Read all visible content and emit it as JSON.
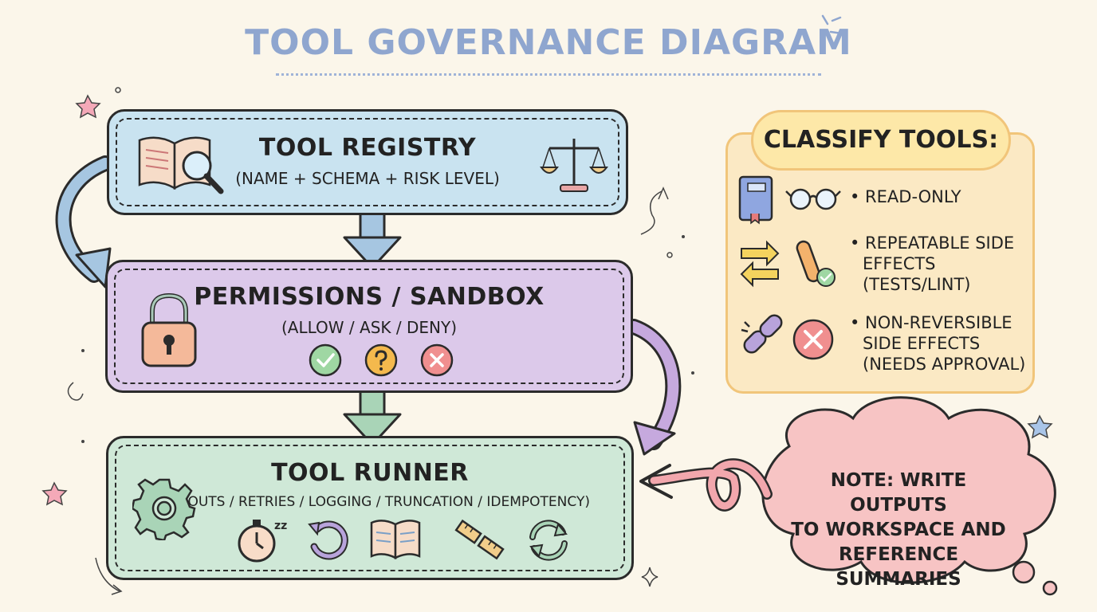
{
  "title": "TOOL GOVERNANCE DIAGRAM",
  "registry": {
    "title": "TOOL REGISTRY",
    "subtitle": "(NAME + SCHEMA + RISK LEVEL)"
  },
  "permissions": {
    "title": "PERMISSIONS / SANDBOX",
    "subtitle": "(ALLOW / ASK / DENY)",
    "icons": [
      "check-icon",
      "question-icon",
      "x-icon"
    ]
  },
  "runner": {
    "title": "TOOL RUNNER",
    "subtitle": "(TIMEOUTS / RETRIES / LOGGING / TRUNCATION / IDEMPOTENCY)",
    "icons": [
      "stopwatch-icon",
      "retry-icon",
      "log-book-icon",
      "broken-ruler-icon",
      "refresh-icon"
    ]
  },
  "classify": {
    "heading": "CLASSIFY TOOLS:",
    "items": [
      {
        "lines": [
          "• READ-ONLY"
        ]
      },
      {
        "lines": [
          "• REPEATABLE SIDE",
          "EFFECTS",
          "(TESTS/LINT)"
        ]
      },
      {
        "lines": [
          "• NON-REVERSIBLE",
          "SIDE EFFECTS",
          "(NEEDS APPROVAL)"
        ]
      }
    ]
  },
  "note": {
    "lines": [
      "NOTE: WRITE OUTPUTS",
      "TO WORKSPACE AND",
      "REFERENCE SUMMARIES"
    ]
  },
  "colors": {
    "title": "#8fa6cf",
    "registry": "#c9e3f0",
    "permissions": "#dcc9ea",
    "runner": "#cfe8d7",
    "classify": "#fbe9c4",
    "note": "#f7c4c4",
    "allow": "#9fd7a3",
    "ask": "#f4b94d",
    "deny": "#f08f8f"
  }
}
